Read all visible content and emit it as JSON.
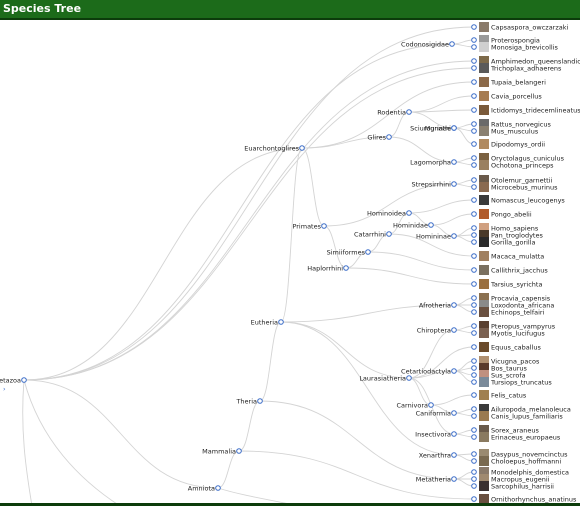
{
  "title": "Species Tree",
  "colors": {
    "header": "#1c6b1a",
    "node_stroke": "#3a6cc8",
    "edge": "#d4d4d4"
  },
  "internal_nodes": [
    {
      "id": "metazoa",
      "label": "letazoa"
    },
    {
      "id": "codonosigidae",
      "label": "Codonosigidae"
    },
    {
      "id": "euarchontoglires",
      "label": "Euarchontoglires"
    },
    {
      "id": "rodentia",
      "label": "Rodentia"
    },
    {
      "id": "sciurognathi",
      "label": "Sciurognathi"
    },
    {
      "id": "murinae",
      "label": "Murinae"
    },
    {
      "id": "glires",
      "label": "Glires"
    },
    {
      "id": "lagomorpha",
      "label": "Lagomorpha"
    },
    {
      "id": "strepsirrhini",
      "label": "Strepsirrhini"
    },
    {
      "id": "hominoidea",
      "label": "Hominoidea"
    },
    {
      "id": "primates",
      "label": "Primates"
    },
    {
      "id": "hominidae",
      "label": "Hominidae"
    },
    {
      "id": "catarrhini",
      "label": "Catarrhini"
    },
    {
      "id": "homininae",
      "label": "Homininae"
    },
    {
      "id": "simiiformes",
      "label": "Simiiformes"
    },
    {
      "id": "haplorrhini",
      "label": "Haplorrhini"
    },
    {
      "id": "eutheria",
      "label": "Eutheria"
    },
    {
      "id": "afrotheria",
      "label": "Afrotheria"
    },
    {
      "id": "chiroptera",
      "label": "Chiroptera"
    },
    {
      "id": "cetartiodactyla",
      "label": "Cetartiodactyla"
    },
    {
      "id": "laurasiatheria",
      "label": "Laurasiatheria"
    },
    {
      "id": "theria",
      "label": "Theria"
    },
    {
      "id": "carnivora",
      "label": "Carnivora"
    },
    {
      "id": "caniformia",
      "label": "Caniformia"
    },
    {
      "id": "insectivora",
      "label": "Insectivora"
    },
    {
      "id": "mammalia",
      "label": "Mammalia"
    },
    {
      "id": "xenarthra",
      "label": "Xenarthra"
    },
    {
      "id": "metatheria",
      "label": "Metatheria"
    },
    {
      "id": "amniota",
      "label": "Amniota"
    }
  ],
  "leaves": [
    {
      "name": "Capsaspora_owczarzaki",
      "color": "#8a7a6a"
    },
    {
      "name": "Proterospongia",
      "color": "#9a9a9a"
    },
    {
      "name": "Monosiga_brevicollis",
      "color": "#cfcfcf"
    },
    {
      "name": "Amphimedon_queenslandica",
      "color": "#7d6a4a"
    },
    {
      "name": "Trichoplax_adhaerens",
      "color": "#5a5a5a"
    },
    {
      "name": "Tupaia_belangeri",
      "color": "#8c6a4a"
    },
    {
      "name": "Cavia_porcellus",
      "color": "#a67c52"
    },
    {
      "name": "Ictidomys_tridecemlineatus",
      "color": "#7a5a3a"
    },
    {
      "name": "Rattus_norvegicus",
      "color": "#6a6a6a"
    },
    {
      "name": "Mus_musculus",
      "color": "#8a8070"
    },
    {
      "name": "Dipodomys_ordii",
      "color": "#b08a60"
    },
    {
      "name": "Oryctolagus_cuniculus",
      "color": "#7a6040"
    },
    {
      "name": "Ochotona_princeps",
      "color": "#9a8060"
    },
    {
      "name": "Otolemur_garnettii",
      "color": "#6a5a4a"
    },
    {
      "name": "Microcebus_murinus",
      "color": "#8a6a50"
    },
    {
      "name": "Nomascus_leucogenys",
      "color": "#3a3a3a"
    },
    {
      "name": "Pongo_abelii",
      "color": "#b05a2a"
    },
    {
      "name": "Homo_sapiens",
      "color": "#d0a080"
    },
    {
      "name": "Pan_troglodytes",
      "color": "#4a3a2a"
    },
    {
      "name": "Gorilla_gorilla",
      "color": "#2a2a2a"
    },
    {
      "name": "Macaca_mulatta",
      "color": "#a08060"
    },
    {
      "name": "Callithrix_jacchus",
      "color": "#7a7060"
    },
    {
      "name": "Tarsius_syrichta",
      "color": "#9a7040"
    },
    {
      "name": "Procavia_capensis",
      "color": "#8a7050"
    },
    {
      "name": "Loxodonta_africana",
      "color": "#8a8a8a"
    },
    {
      "name": "Echinops_telfairi",
      "color": "#6a5040"
    },
    {
      "name": "Pteropus_vampyrus",
      "color": "#5a4030"
    },
    {
      "name": "Myotis_lucifugus",
      "color": "#7a6050"
    },
    {
      "name": "Equus_caballus",
      "color": "#6a4a2a"
    },
    {
      "name": "Vicugna_pacos",
      "color": "#b09070"
    },
    {
      "name": "Bos_taurus",
      "color": "#5a3a2a"
    },
    {
      "name": "Sus_scrofa",
      "color": "#c09080"
    },
    {
      "name": "Tursiops_truncatus",
      "color": "#7a8a9a"
    },
    {
      "name": "Felis_catus",
      "color": "#a08050"
    },
    {
      "name": "Ailuropoda_melanoleuca",
      "color": "#3a3a3a"
    },
    {
      "name": "Canis_lupus_familiaris",
      "color": "#9a7a50"
    },
    {
      "name": "Sorex_araneus",
      "color": "#6a5a4a"
    },
    {
      "name": "Erinaceus_europaeus",
      "color": "#8a7a60"
    },
    {
      "name": "Dasypus_novemcinctus",
      "color": "#9a8a70"
    },
    {
      "name": "Choloepus_hoffmanni",
      "color": "#7a6a50"
    },
    {
      "name": "Monodelphis_domestica",
      "color": "#8a7a6a"
    },
    {
      "name": "Macropus_eugenii",
      "color": "#a08a70"
    },
    {
      "name": "Sarcophilus_harrisii",
      "color": "#3a3030"
    },
    {
      "name": "Ornithorhynchus_anatinus",
      "color": "#6a5040"
    }
  ]
}
